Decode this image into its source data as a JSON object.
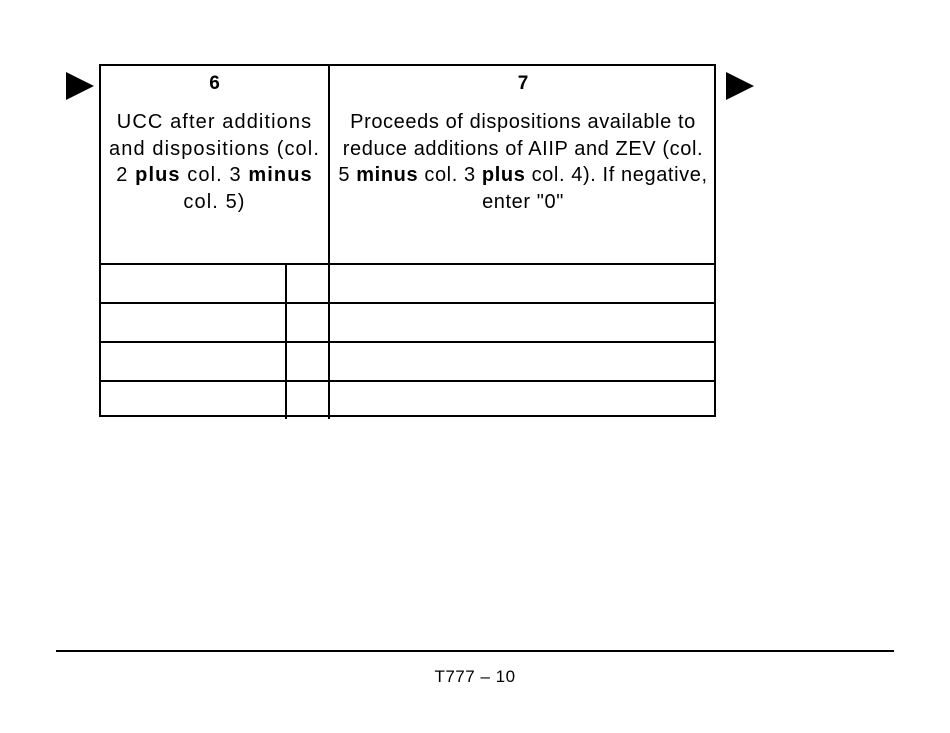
{
  "form": {
    "columns": [
      {
        "number": "6",
        "description_parts": [
          "UCC after additions and dispositions (col. 2 ",
          "plus",
          " col. 3 ",
          "minus",
          " col. 5)"
        ]
      },
      {
        "number": "7",
        "description_parts": [
          "Proceeds of dispositions available to reduce additions of AIIP and ZEV (col. 5 ",
          "minus",
          " col. 3 ",
          "plus",
          " col. 4). If negative, enter \"0\""
        ]
      }
    ],
    "rows": [
      {
        "col6_amount": "",
        "col6_cents": "",
        "col7_amount": ""
      },
      {
        "col6_amount": "",
        "col6_cents": "",
        "col7_amount": ""
      },
      {
        "col6_amount": "",
        "col6_cents": "",
        "col7_amount": ""
      },
      {
        "col6_amount": "",
        "col6_cents": "",
        "col7_amount": ""
      }
    ]
  },
  "icons": {
    "left": "arrow-right-icon",
    "right": "arrow-right-icon"
  },
  "footer": {
    "page_label": "T777 – 10"
  }
}
